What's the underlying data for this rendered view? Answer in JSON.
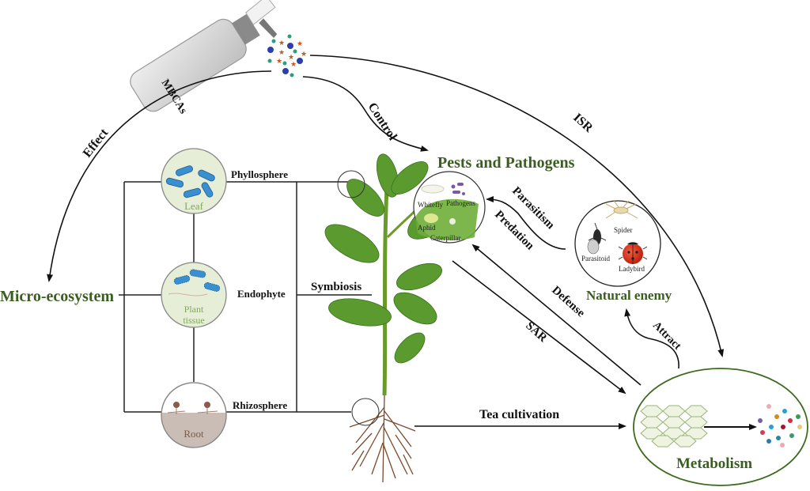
{
  "sprayer": {
    "label": "MBCAs"
  },
  "arrows": {
    "effect": "Effect",
    "control": "Control",
    "isr": "ISR",
    "parasitism": "Parasitism",
    "predation": "Predation",
    "defense": "Defense",
    "sar": "SAR",
    "attract": "Attract",
    "tea_cultivation": "Tea cultivation",
    "symbiosis": "Symbiosis"
  },
  "nodes": {
    "micro_ecosystem": "Micro-ecosystem",
    "pests_pathogens": "Pests and Pathogens",
    "natural_enemy": "Natural enemy",
    "metabolism": "Metabolism"
  },
  "micro_habitats": [
    {
      "zone": "Phyllosphere",
      "circle_label": "Leaf"
    },
    {
      "zone": "Endophyte",
      "circle_label": "Plant tissue",
      "circle_label_lines": [
        "Plant",
        "tissue"
      ]
    },
    {
      "zone": "Rhizosphere",
      "circle_label": "Root"
    }
  ],
  "pests": [
    "Whitefly",
    "Pathogens",
    "Aphid",
    "Caterpillar"
  ],
  "enemies": [
    "Spider",
    "Parasitoid",
    "Ladybird"
  ],
  "colors": {
    "green_label": "#3a5e1f",
    "leaf_green": "#5a9a2e",
    "bacteria_blue": "#3a8fd0",
    "ellipse_border": "#3d6b1f"
  }
}
